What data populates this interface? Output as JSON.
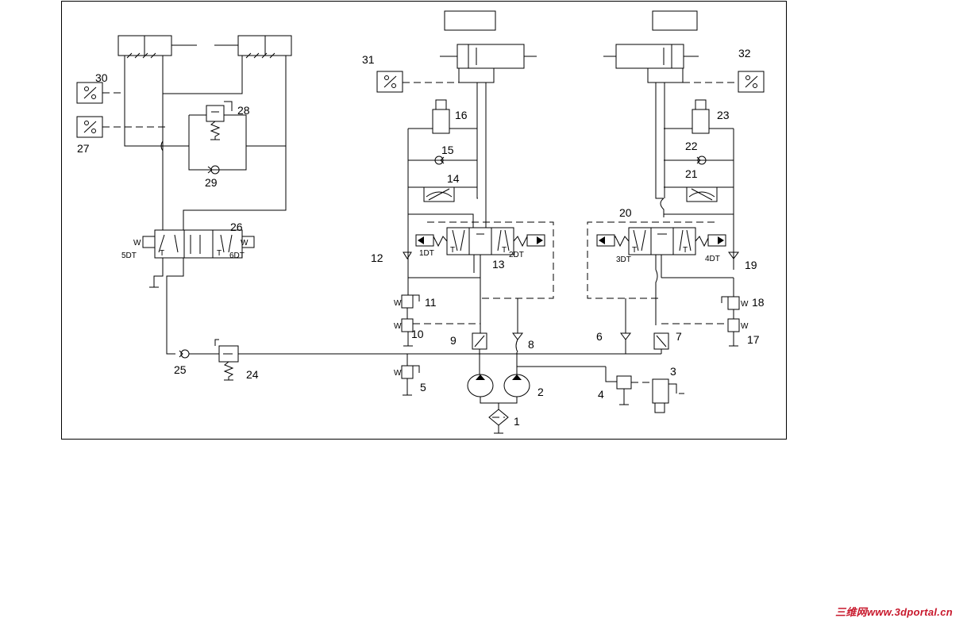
{
  "labels": {
    "c1": "1",
    "c2": "2",
    "c3": "3",
    "c4": "4",
    "c5": "5",
    "c6": "6",
    "c7": "7",
    "c8": "8",
    "c9": "9",
    "c10": "10",
    "c11": "11",
    "c12": "12",
    "c13": "13",
    "c14": "14",
    "c15": "15",
    "c16": "16",
    "c17": "17",
    "c18": "18",
    "c19": "19",
    "c20": "20",
    "c21": "21",
    "c22": "22",
    "c23": "23",
    "c24": "24",
    "c25": "25",
    "c26": "26",
    "c27": "27",
    "c28": "28",
    "c29": "29",
    "c30": "30",
    "c31": "31",
    "c32": "32"
  },
  "solenoids": {
    "dt1": "1DT",
    "dt2": "2DT",
    "dt3": "3DT",
    "dt4": "4DT",
    "dt5": "5DT",
    "dt6": "6DT"
  },
  "symbols": {
    "tank": "T",
    "spring": "W"
  },
  "watermark": "三维网www.3dportal.cn",
  "colors": {
    "line": "#000000",
    "background": "#ffffff",
    "watermark": "#c8182c"
  }
}
